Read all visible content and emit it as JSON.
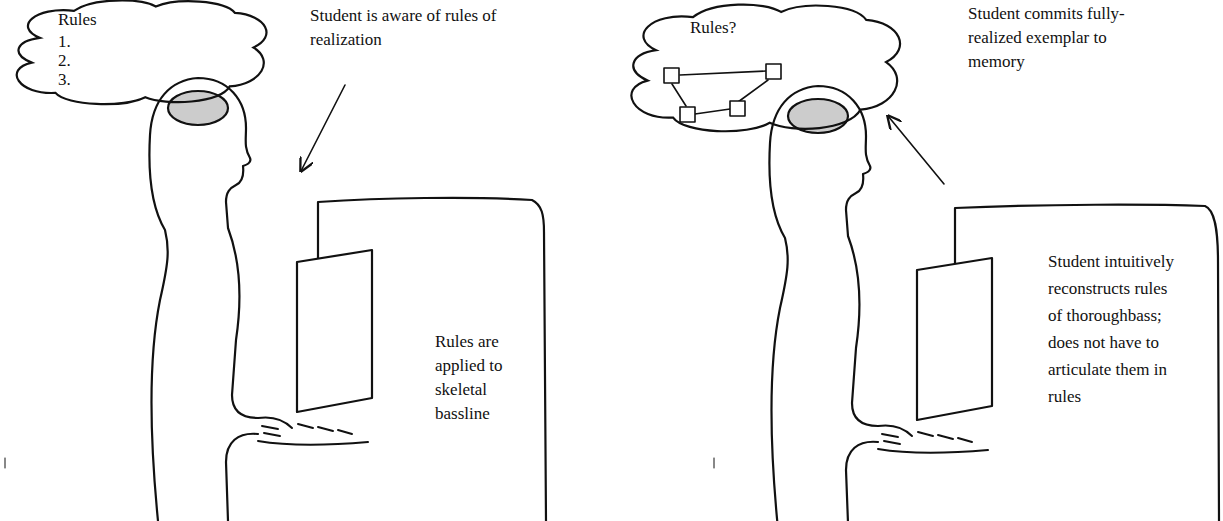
{
  "diagram": {
    "nodes": [
      {
        "text": [
          "Rules",
          "1.",
          "2.",
          "3."
        ]
      },
      {
        "text": [
          "Rules?"
        ]
      }
    ],
    "labels": [
      "Student is aware of rules of realization",
      "Rules are applied to skeletal bassline",
      "Student commits fully-realized exemplar to memory",
      "Student intuitively reconstructs rules of thoroughbass; does not have to articulate them in rules"
    ]
  }
}
